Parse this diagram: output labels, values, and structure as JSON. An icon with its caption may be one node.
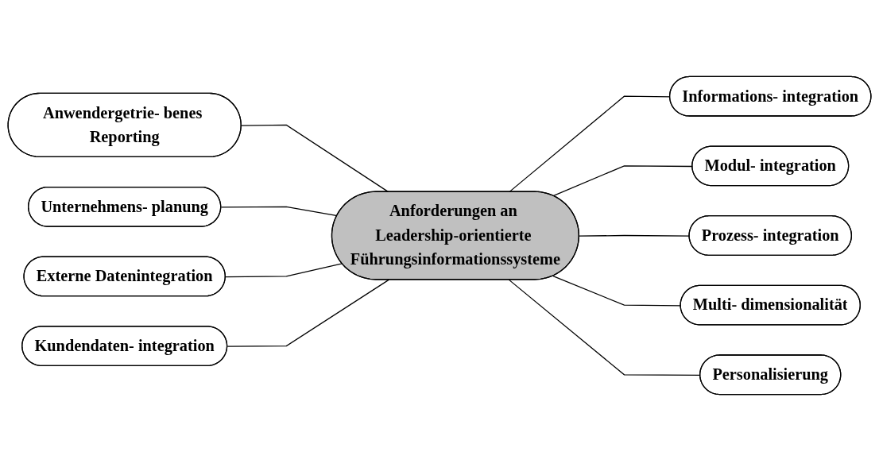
{
  "diagram": {
    "nodes": [
      {
        "text": [
          "Anforderungen an Leadership-orientierte Führungsinformationssysteme"
        ]
      },
      {
        "text": [
          "Informations- integration"
        ]
      },
      {
        "text": [
          "Anwendergetrie- benes Reporting"
        ]
      },
      {
        "text": [
          "Modul- integration"
        ]
      },
      {
        "text": [
          "Unternehmens- planung"
        ]
      },
      {
        "text": [
          "Prozess- integration"
        ]
      },
      {
        "text": [
          "Externe Datenintegration"
        ]
      },
      {
        "text": [
          "Multi- dimensionalität"
        ]
      },
      {
        "text": [
          "Kundendaten- integration"
        ]
      },
      {
        "text": [
          "Personalisierung"
        ]
      }
    ],
    "edges": [
      {
        "from": 0,
        "to": 1,
        "arrow": "none"
      },
      {
        "from": 2,
        "to": 0,
        "arrow": "none"
      },
      {
        "from": 0,
        "to": 3,
        "arrow": "none"
      },
      {
        "from": 4,
        "to": 0,
        "arrow": "none"
      },
      {
        "from": 0,
        "to": 5,
        "arrow": "none"
      },
      {
        "from": 6,
        "to": 0,
        "arrow": "none"
      },
      {
        "from": 0,
        "to": 7,
        "arrow": "none"
      },
      {
        "from": 8,
        "to": 0,
        "arrow": "none"
      },
      {
        "from": 0,
        "to": 9,
        "arrow": "none"
      }
    ]
  }
}
